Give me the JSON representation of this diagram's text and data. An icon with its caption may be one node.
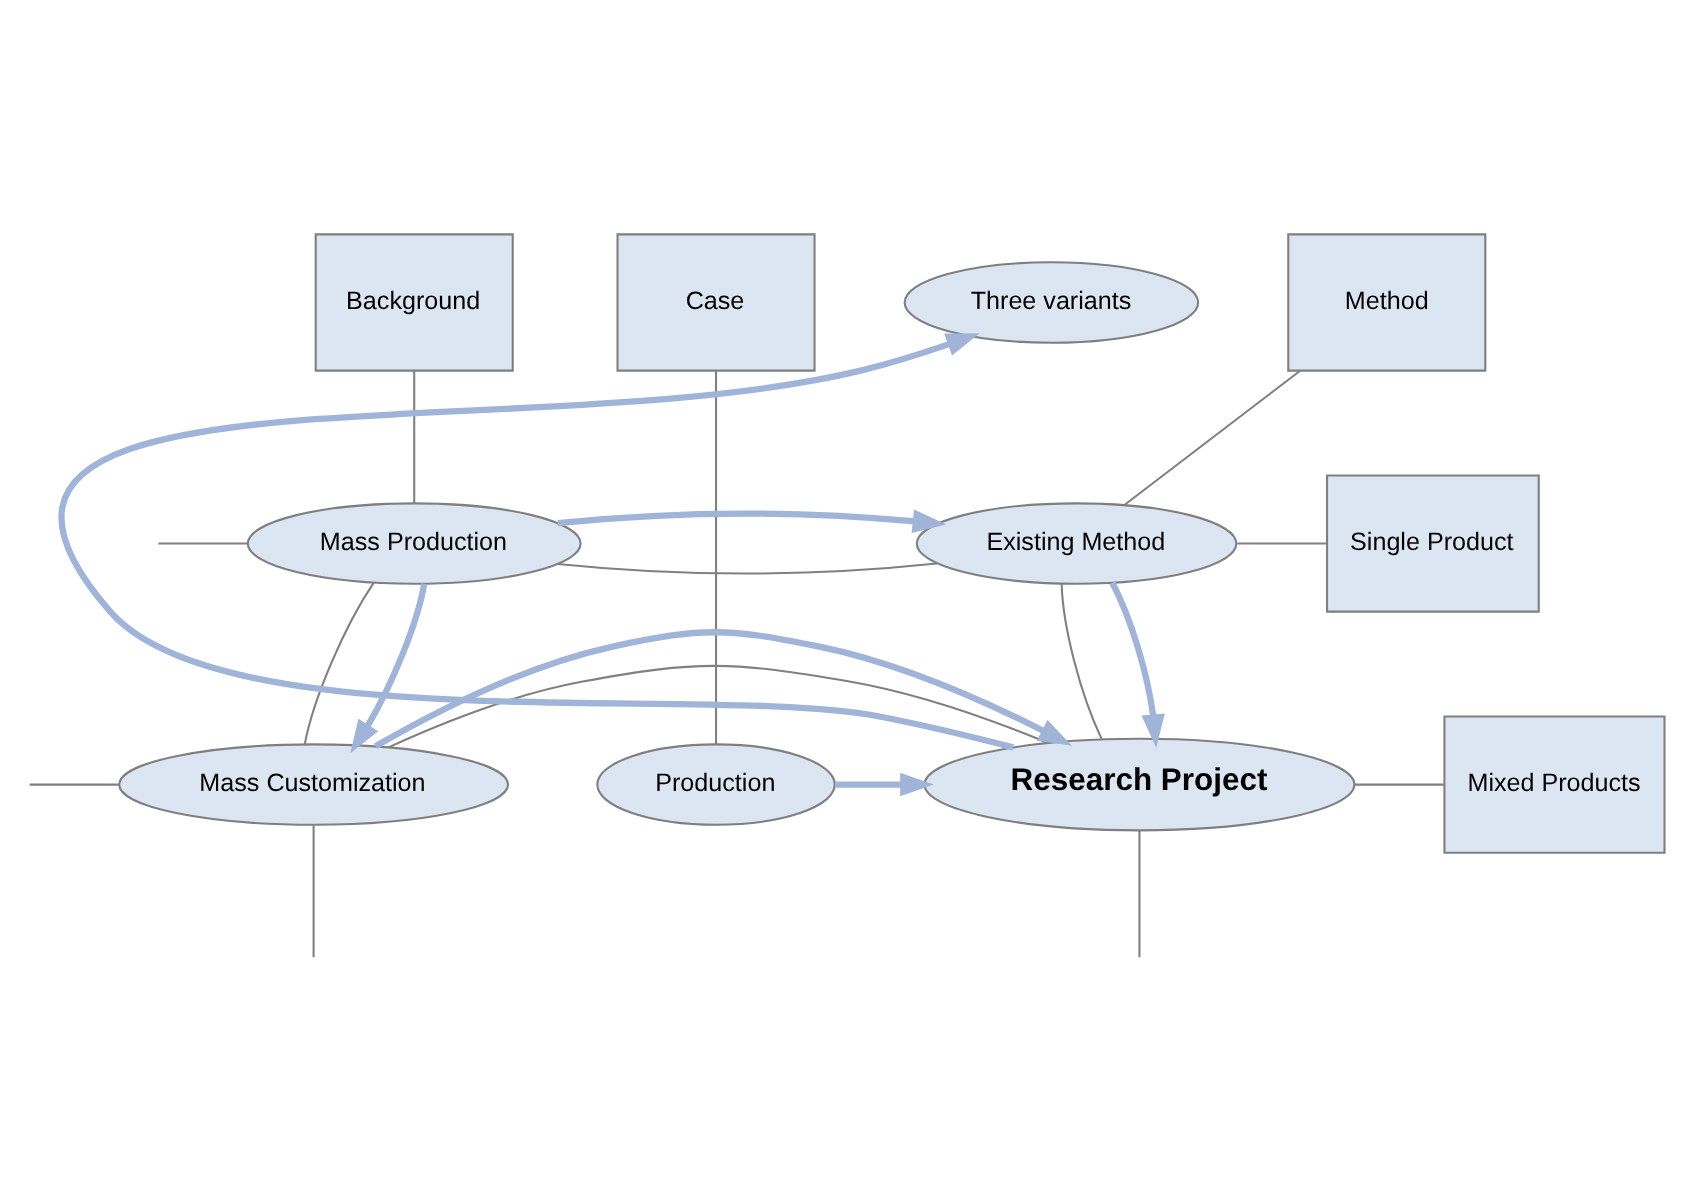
{
  "diagram": {
    "nodes": [
      {
        "text": [
          "Background"
        ]
      },
      {
        "text": [
          "Method"
        ]
      },
      {
        "text": [
          "Case"
        ]
      },
      {
        "text": [
          "Single Product"
        ]
      },
      {
        "text": [
          "Mixed Products"
        ]
      },
      {
        "text": [
          "Mass Production"
        ]
      },
      {
        "text": [
          "Existing Method"
        ]
      },
      {
        "text": [
          "Mass Customization"
        ]
      },
      {
        "text": [
          "Research Project"
        ]
      },
      {
        "text": [
          "Production"
        ]
      },
      {
        "text": [
          "Three variants"
        ]
      }
    ],
    "edges": [
      {
        "from": 0,
        "to": 5,
        "arrow": "none"
      },
      {
        "from": 1,
        "to": 6,
        "arrow": "none"
      },
      {
        "from": 2,
        "to": 9,
        "arrow": "none"
      },
      {
        "from": null,
        "to": 5,
        "arrow": "none"
      },
      {
        "from": 5,
        "to": 6,
        "arrow": "none"
      },
      {
        "from": 6,
        "to": 3,
        "arrow": "none"
      },
      {
        "from": 5,
        "to": 7,
        "arrow": "none"
      },
      {
        "from": 6,
        "to": 8,
        "arrow": "none"
      },
      {
        "from": null,
        "to": 7,
        "arrow": "none"
      },
      {
        "from": 7,
        "to": 8,
        "arrow": "none"
      },
      {
        "from": 8,
        "to": 4,
        "arrow": "none"
      },
      {
        "from": 7,
        "to": null,
        "arrow": "none"
      },
      {
        "from": 8,
        "to": null,
        "arrow": "none"
      },
      {
        "from": 5,
        "to": 6,
        "arrow": "to",
        "style": "thick",
        "color": "#9fb4d8"
      },
      {
        "from": 5,
        "to": 7,
        "arrow": "to",
        "style": "thick",
        "color": "#9fb4d8"
      },
      {
        "from": 6,
        "to": 8,
        "arrow": "to",
        "style": "thick",
        "color": "#9fb4d8"
      },
      {
        "from": 7,
        "to": 8,
        "arrow": "to",
        "style": "thick",
        "color": "#9fb4d8"
      },
      {
        "from": 9,
        "to": 8,
        "arrow": "to",
        "style": "thick",
        "color": "#9fb4d8"
      },
      {
        "from": 8,
        "to": 10,
        "arrow": "to",
        "style": "thick",
        "color": "#9fb4d8"
      }
    ]
  }
}
